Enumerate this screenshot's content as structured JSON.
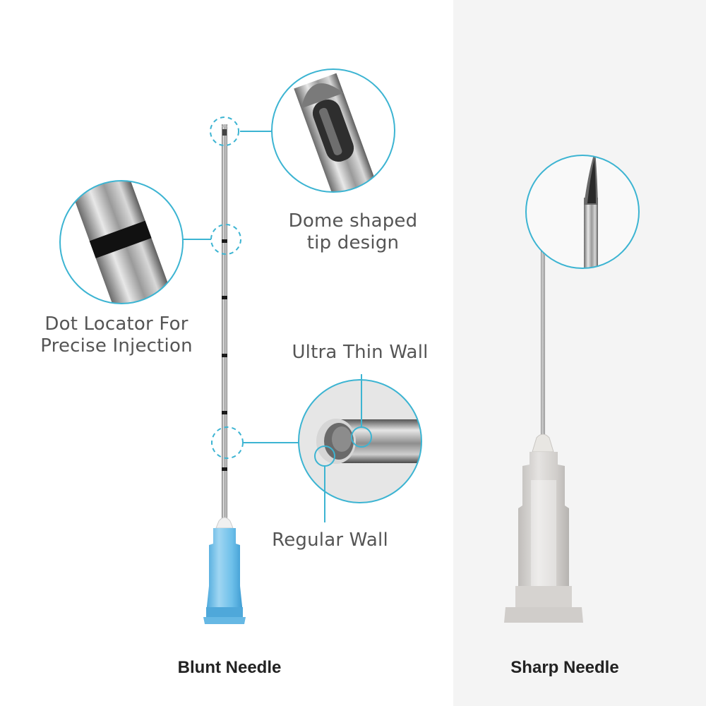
{
  "colors": {
    "accent_cyan": "#3cb4d2",
    "text_gray": "#555555",
    "caption_dark": "#222222",
    "right_panel_bg": "#f4f4f4",
    "blunt_hub_blue": "#6fc3ec",
    "sharp_hub_gray": "#c9c6c3"
  },
  "callouts": {
    "dome_tip": {
      "line1": "Dome shaped",
      "line2": "tip design"
    },
    "dot_locator": {
      "line1": "Dot Locator For",
      "line2": "Precise Injection"
    },
    "ultra_thin_wall": "Ultra Thin Wall",
    "regular_wall": "Regular Wall"
  },
  "captions": {
    "left": "Blunt Needle",
    "right": "Sharp Needle"
  },
  "icons": {
    "dome_tip_zoom": "dome-tip-magnifier-icon",
    "dot_locator_zoom": "dot-band-magnifier-icon",
    "wall_cross_section_zoom": "tube-cross-section-icon",
    "sharp_tip_zoom": "bevel-tip-magnifier-icon"
  }
}
